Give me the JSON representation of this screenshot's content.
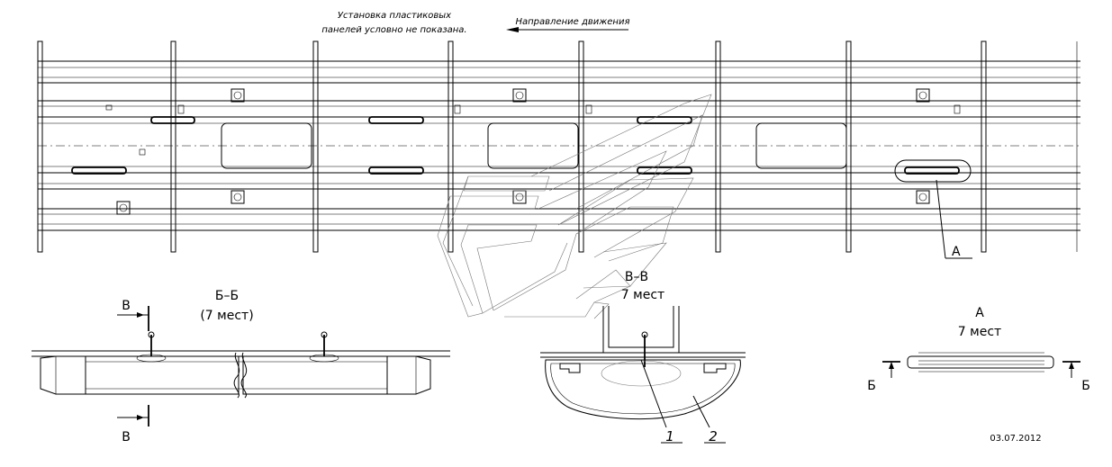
{
  "notes": {
    "install_line1": "Установка пластиковых",
    "install_line2": "панелей условно не показана.",
    "direction": "Направление движения"
  },
  "callouts": {
    "view_a_marker": "А"
  },
  "section_bb": {
    "title": "Б–Б",
    "count": "(7 мест)",
    "cut_top": "В",
    "cut_bottom": "В"
  },
  "section_vv": {
    "title": "В–В",
    "count": "7 мест",
    "part1": "1",
    "part2": "2"
  },
  "view_a": {
    "title": "А",
    "count": "7 мест",
    "cut_left": "Б",
    "cut_right": "Б"
  },
  "date": "03.07.2012"
}
